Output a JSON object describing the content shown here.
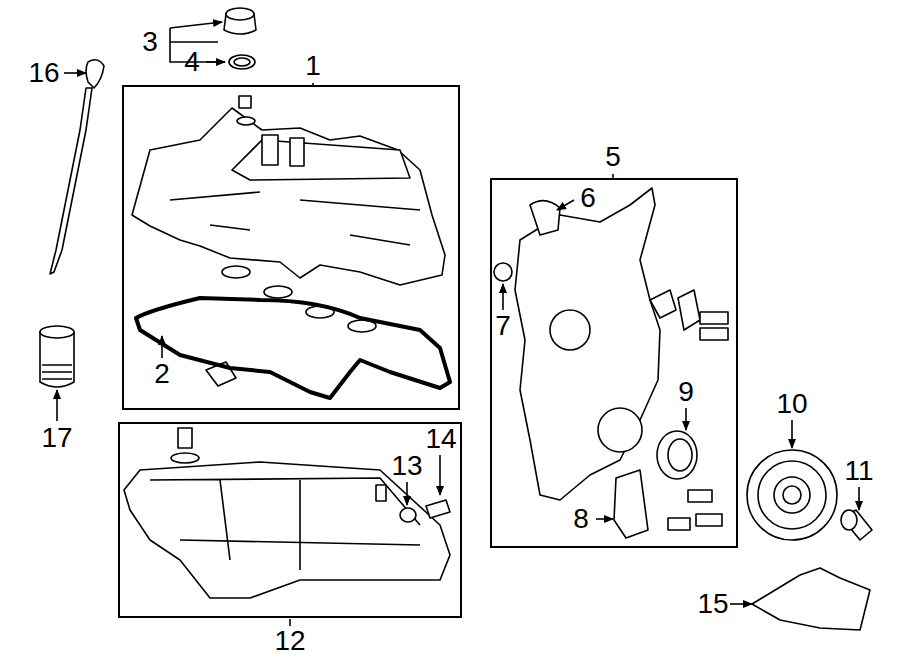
{
  "diagram": {
    "nodes": [
      {
        "text": [
          "1"
        ]
      },
      {
        "text": [
          "5"
        ]
      },
      {
        "text": [
          "12"
        ]
      }
    ],
    "labels": [
      "3",
      "4",
      "16",
      "2",
      "17",
      "6",
      "7",
      "9",
      "8",
      "10",
      "11",
      "13",
      "14",
      "15"
    ]
  }
}
